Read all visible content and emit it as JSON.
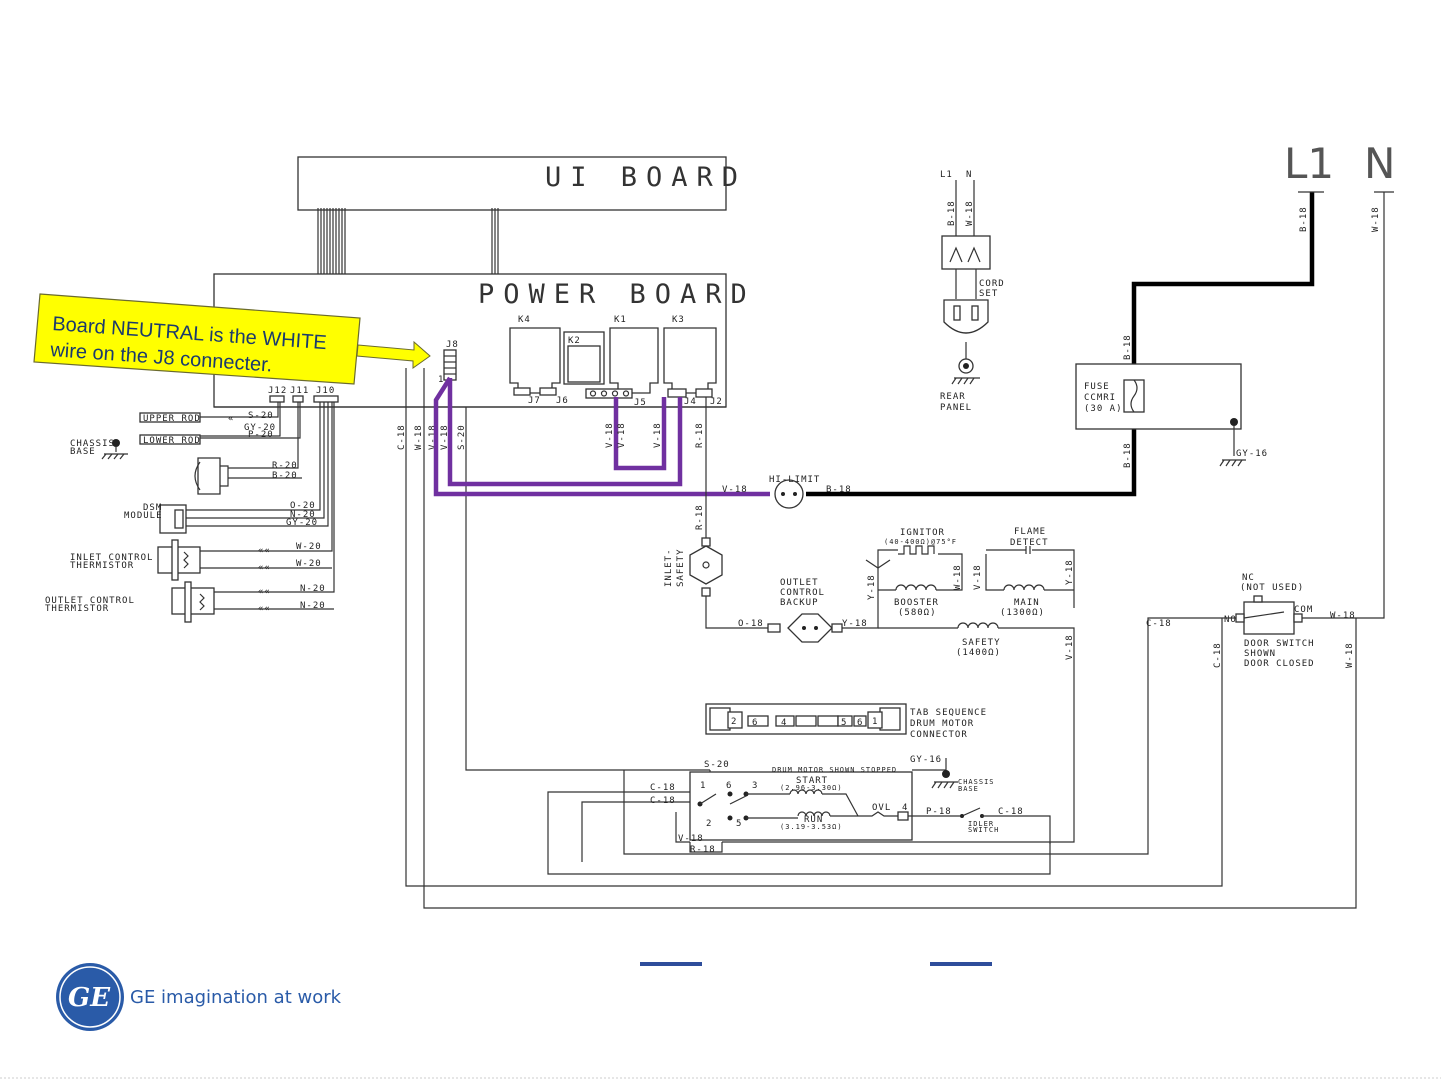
{
  "title": {
    "ui_board": "UI BOARD",
    "power_board": "POWER BOARD",
    "l1": "L1",
    "n": "N"
  },
  "callout": {
    "line1": "Board NEUTRAL is the WHITE",
    "line2": "wire on the J8 connecter."
  },
  "board_labels": {
    "k4": "K4",
    "k1": "K1",
    "k3": "K3",
    "k2": "K2",
    "j7": "J7",
    "j6": "J6",
    "j5": "J5",
    "j4": "J4",
    "j2": "J2",
    "j8": "J8",
    "j12": "J12",
    "j11": "J11",
    "j10": "J10",
    "j8_pin": "1"
  },
  "wire_labels": {
    "b18_a": "B-18",
    "w18_a": "W-18",
    "b18_main": "B-18",
    "w18_main": "W-18",
    "b18_fuse_top": "B-18",
    "b18_fuse_bot": "B-18",
    "gy16": "GY-16",
    "v18_hilimit": "V-18",
    "b18_hilimit": "B-18",
    "c18_left": "C-18",
    "w18_left": "W-18",
    "v18_left": "V-18",
    "v18_left2": "V-18",
    "s20_left": "S-20",
    "v18_j5a": "V-18",
    "v18_j5b": "V-18",
    "v18_j4": "V-18",
    "r18_j4": "R-18",
    "r18_inlet": "R-18",
    "o18": "O-18",
    "y18_backup": "Y-18",
    "y18_ign": "Y-18",
    "w18_ign": "W-18",
    "v18_ign": "V-18",
    "y18_flame": "Y-18",
    "v18_safety": "V-18",
    "c18_door": "C-18",
    "c18_door2": "C-18",
    "w18_door": "W-18",
    "w18_door2": "W-18",
    "s20_motor": "S-20",
    "gy16_motor": "GY-16",
    "c18_m1": "C-18",
    "c18_m2": "C-18",
    "p18": "P-18",
    "c18_idler": "C-18",
    "v18_m": "V-18",
    "r18_m": "R-18",
    "s20_ur": "S-20",
    "gy20_ur": "GY-20",
    "p20_ur": "P-20",
    "r20": "R-20",
    "b20": "B-20",
    "o20": "O-20",
    "n20_d": "N-20",
    "gy20_d": "GY-20",
    "w20_a": "W-20",
    "w20_b": "W-20",
    "n20_a": "N-20",
    "n20_b": "N-20",
    "b18_cord": "B-18",
    "w18_cord": "W-18",
    "l1_cord": "L1",
    "n_cord": "N"
  },
  "components": {
    "upper_rod": "UPPER ROD",
    "lower_rod": "LOWER ROD",
    "chassis_base": "CHASSIS",
    "chassis_base2": "BASE",
    "dsm_module": "DSM",
    "dsm_module2": "MODULE",
    "inlet_thermistor": "INLET CONTROL",
    "inlet_thermistor2": "THERMISTOR",
    "outlet_thermistor": "OUTLET CONTROL",
    "outlet_thermistor2": "THERMISTOR",
    "cord_set": "CORD",
    "cord_set2": "SET",
    "rear_panel": "REAR",
    "rear_panel2": "PANEL",
    "fuse": "FUSE",
    "fuse2": "CCMRI",
    "fuse3": "(30 A)",
    "hi_limit": "HI-LIMIT",
    "inlet_safety": "INLET-",
    "inlet_safety2": "SAFETY",
    "outlet_backup": "OUTLET",
    "outlet_backup2": "CONTROL",
    "outlet_backup3": "BACKUP",
    "ignitor": "IGNITOR",
    "ignitor_spec": "(40-400Ω)@75°F",
    "flame_detect": "FLAME",
    "flame_detect2": "DETECT",
    "booster": "BOOSTER",
    "booster_spec": "(580Ω)",
    "main": "MAIN",
    "main_spec": "(1300Ω)",
    "safety": "SAFETY",
    "safety_spec": "(1400Ω)",
    "nc": "NC",
    "not_used": "(NOT USED)",
    "no": "NO",
    "com": "COM",
    "door_switch": "DOOR SWITCH",
    "door_switch2": "SHOWN",
    "door_switch3": "DOOR CLOSED",
    "tab_sequence": "TAB SEQUENCE",
    "tab_sequence2": "DRUM MOTOR",
    "tab_sequence3": "CONNECTOR",
    "tab_2": "2",
    "tab_6": "6",
    "tab_4": "4",
    "tab_5": "5",
    "tab_1": "1",
    "drum_motor": "DRUM MOTOR SHOWN STOPPED",
    "start": "START",
    "start_spec": "(2.96-3.30Ω)",
    "run": "RUN",
    "run_spec": "(3.19-3.53Ω)",
    "ovl": "OVL",
    "idler": "IDLER",
    "idler2": "SWITCH",
    "chassis_motor": "CHASSIS",
    "chassis_motor2": "BASE",
    "m1": "1",
    "m2": "2",
    "m3": "3",
    "m4": "4",
    "m5": "5",
    "m6": "6"
  },
  "footer": {
    "logo_mark": "GE",
    "tagline": "GE imagination at work"
  },
  "colors": {
    "neutral_highlight": "#7030a0",
    "callout_fill": "#ffff00",
    "callout_text": "#1a3a6e",
    "ge_blue": "#2a5ba8",
    "footer_bar": "#2e4d9b"
  }
}
